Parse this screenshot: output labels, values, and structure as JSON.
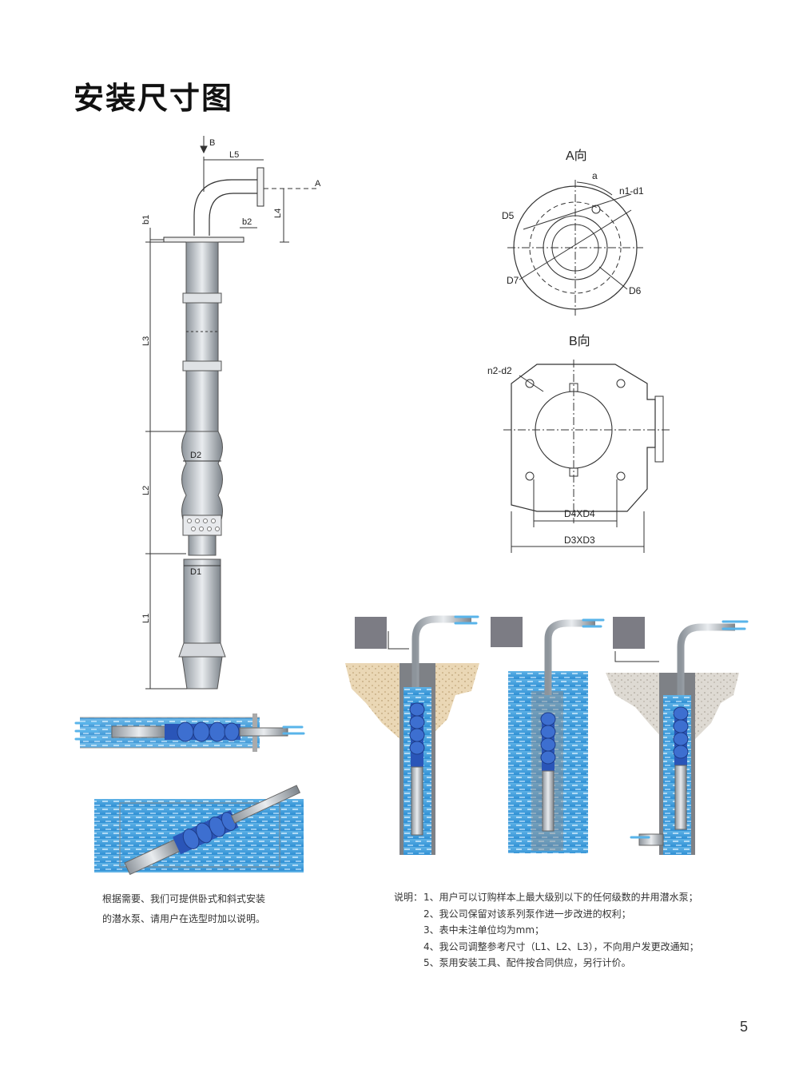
{
  "page": {
    "title": "安装尺寸图",
    "page_number": "5"
  },
  "dimension_labels": {
    "B": "B",
    "A": "A",
    "L5": "L5",
    "b1": "b1",
    "b2": "b2",
    "L4": "L4",
    "L3": "L3",
    "L2": "L2",
    "L1": "L1",
    "D1": "D1",
    "D2": "D2"
  },
  "view_a": {
    "title": "A向",
    "a": "a",
    "n1_d1": "n1-d1",
    "D5": "D5",
    "D6": "D6",
    "D7": "D7"
  },
  "view_b": {
    "title": "B向",
    "n2_d2": "n2-d2",
    "D4XD4": "D4XD4",
    "D3XD3": "D3XD3"
  },
  "left_note": [
    "根据需要、我们可提供卧式和斜式安装",
    "的潜水泵、请用户在选型时加以说明。"
  ],
  "notes": {
    "lead": "说明：",
    "items": [
      "1、用户可以订购样本上最大级别以下的任何级数的井用潜水泵；",
      "2、我公司保留对该系列泵作进一步改进的权利；",
      "3、表中未注单位均为mm；",
      "4、我公司调整参考尺寸（L1、L2、L3），不向用户发更改通知；",
      "5、泵用安装工具、配件按合同供应，另行计价。"
    ]
  },
  "colors": {
    "water": "#4fa6df",
    "pump_blue": "#2a55b8",
    "soil": "#e9d4b0",
    "steel": "#c9cdd2"
  }
}
